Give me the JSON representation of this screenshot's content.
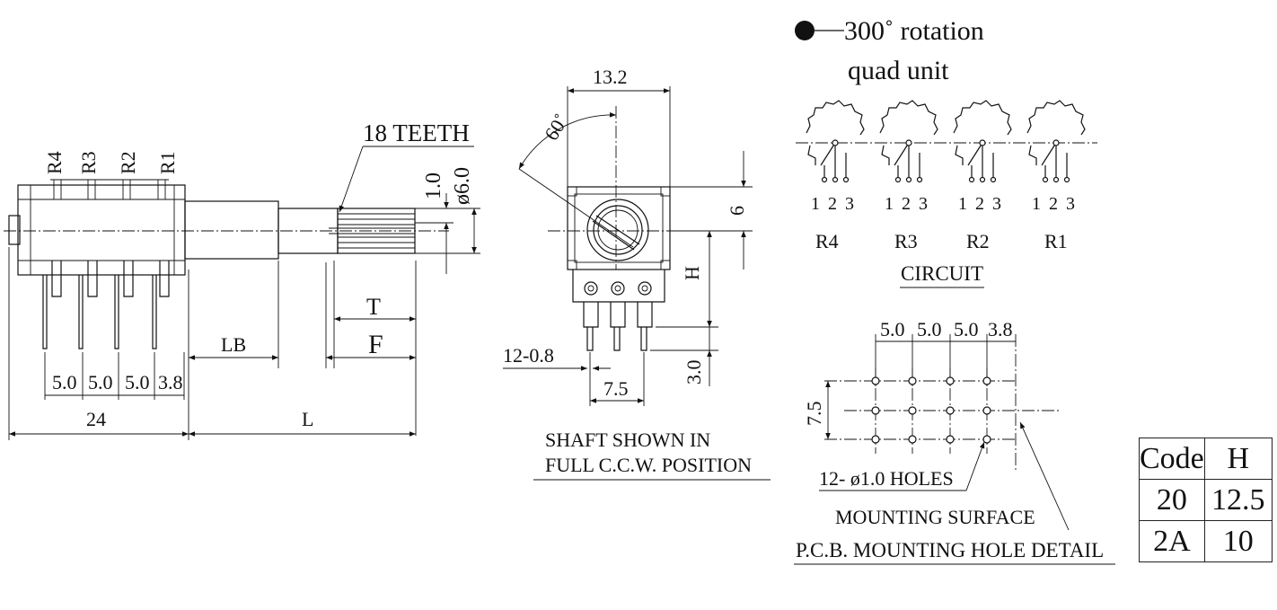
{
  "rotation": {
    "label": "300˚ rotation",
    "unit": "quad unit"
  },
  "side_view": {
    "teeth_label": "18 TEETH",
    "pin_labels": [
      "R4",
      "R3",
      "R2",
      "R1"
    ],
    "dim_1_0": "1.0",
    "dim_dia6": "ø6.0",
    "dim_T": "T",
    "dim_F": "F",
    "dim_LB": "LB",
    "spacing": [
      "5.0",
      "5.0",
      "5.0",
      "3.8"
    ],
    "dim_24": "24",
    "dim_L": "L"
  },
  "front_view": {
    "dim_13_2": "13.2",
    "angle": "60˚",
    "dim_6": "6",
    "dim_H": "H",
    "pin_label": "12-0.8",
    "dim_7_5": "7.5",
    "dim_3_0": "3.0",
    "note_line1": "SHAFT SHOWN IN",
    "note_line2": "FULL C.C.W. POSITION"
  },
  "circuit": {
    "pins": [
      "1",
      "2",
      "3"
    ],
    "units": [
      "R4",
      "R3",
      "R2",
      "R1"
    ],
    "title": "CIRCUIT"
  },
  "pcb_detail": {
    "spacing": [
      "5.0",
      "5.0",
      "5.0",
      "3.8"
    ],
    "dim_7_5": "7.5",
    "holes_label": "12- ø1.0 HOLES",
    "mounting_label": "MOUNTING SURFACE",
    "title": "P.C.B. MOUNTING HOLE DETAIL"
  },
  "code_table": {
    "headers": [
      "Code",
      "H"
    ],
    "rows": [
      [
        "20",
        "12.5"
      ],
      [
        "2A",
        "10"
      ]
    ]
  }
}
